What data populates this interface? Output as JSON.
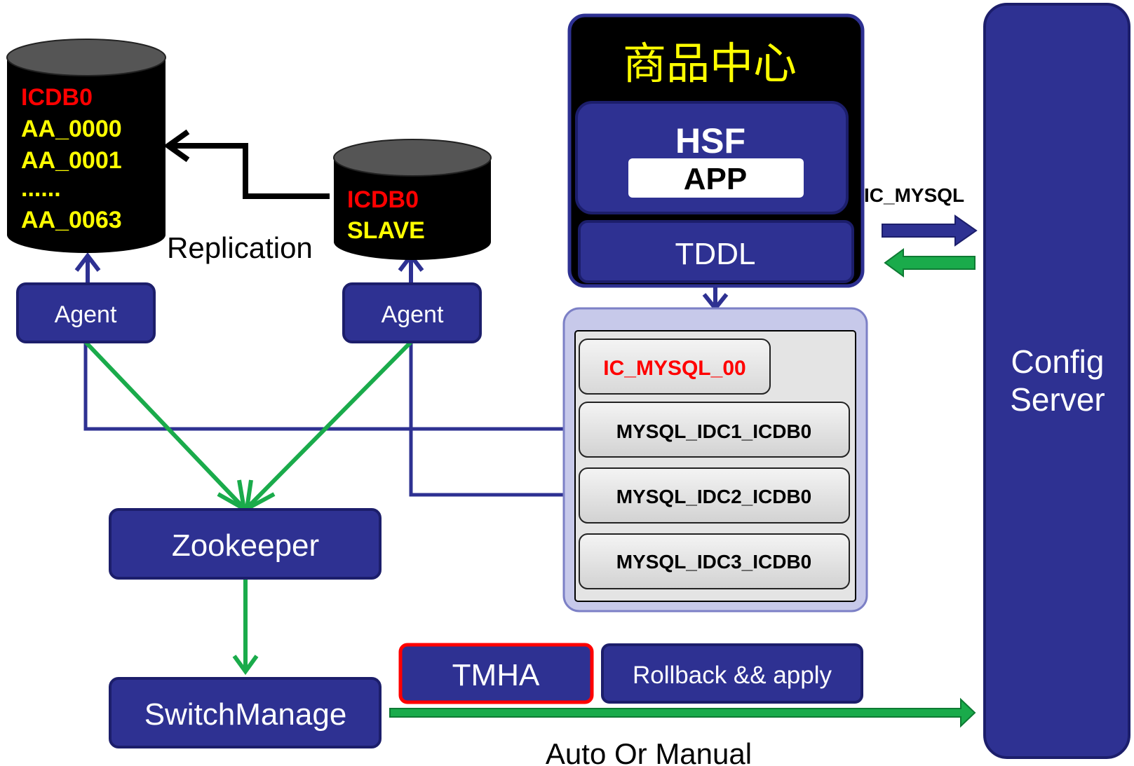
{
  "db_main": {
    "name": "ICDB0",
    "tables": [
      "AA_0000",
      "AA_0001",
      "......",
      "AA_0063"
    ]
  },
  "db_slave": {
    "name": "ICDB0",
    "role": "SLAVE"
  },
  "replication_label": "Replication",
  "agent_left": "Agent",
  "agent_right": "Agent",
  "zookeeper": "Zookeeper",
  "switch_manage": "SwitchManage",
  "tmha": "TMHA",
  "rollback": "Rollback && apply",
  "auto_or_manual": "Auto Or Manual",
  "product_center": {
    "title": "商品中心",
    "hsf": "HSF",
    "app": "APP",
    "tddl": "TDDL"
  },
  "ic_mysql_label": "IC_MYSQL",
  "db_group": {
    "group_name": "IC_MYSQL_00",
    "items": [
      "MYSQL_IDC1_ICDB0",
      "MYSQL_IDC2_ICDB0",
      "MYSQL_IDC3_ICDB0"
    ]
  },
  "config_server": {
    "line1": "Config",
    "line2": "Server"
  },
  "colors": {
    "navy": "#2e3192",
    "green": "#1aab4b",
    "red": "#ff0000",
    "yellow": "#ffff00",
    "black": "#000000",
    "tmha_border": "#ff0000"
  }
}
